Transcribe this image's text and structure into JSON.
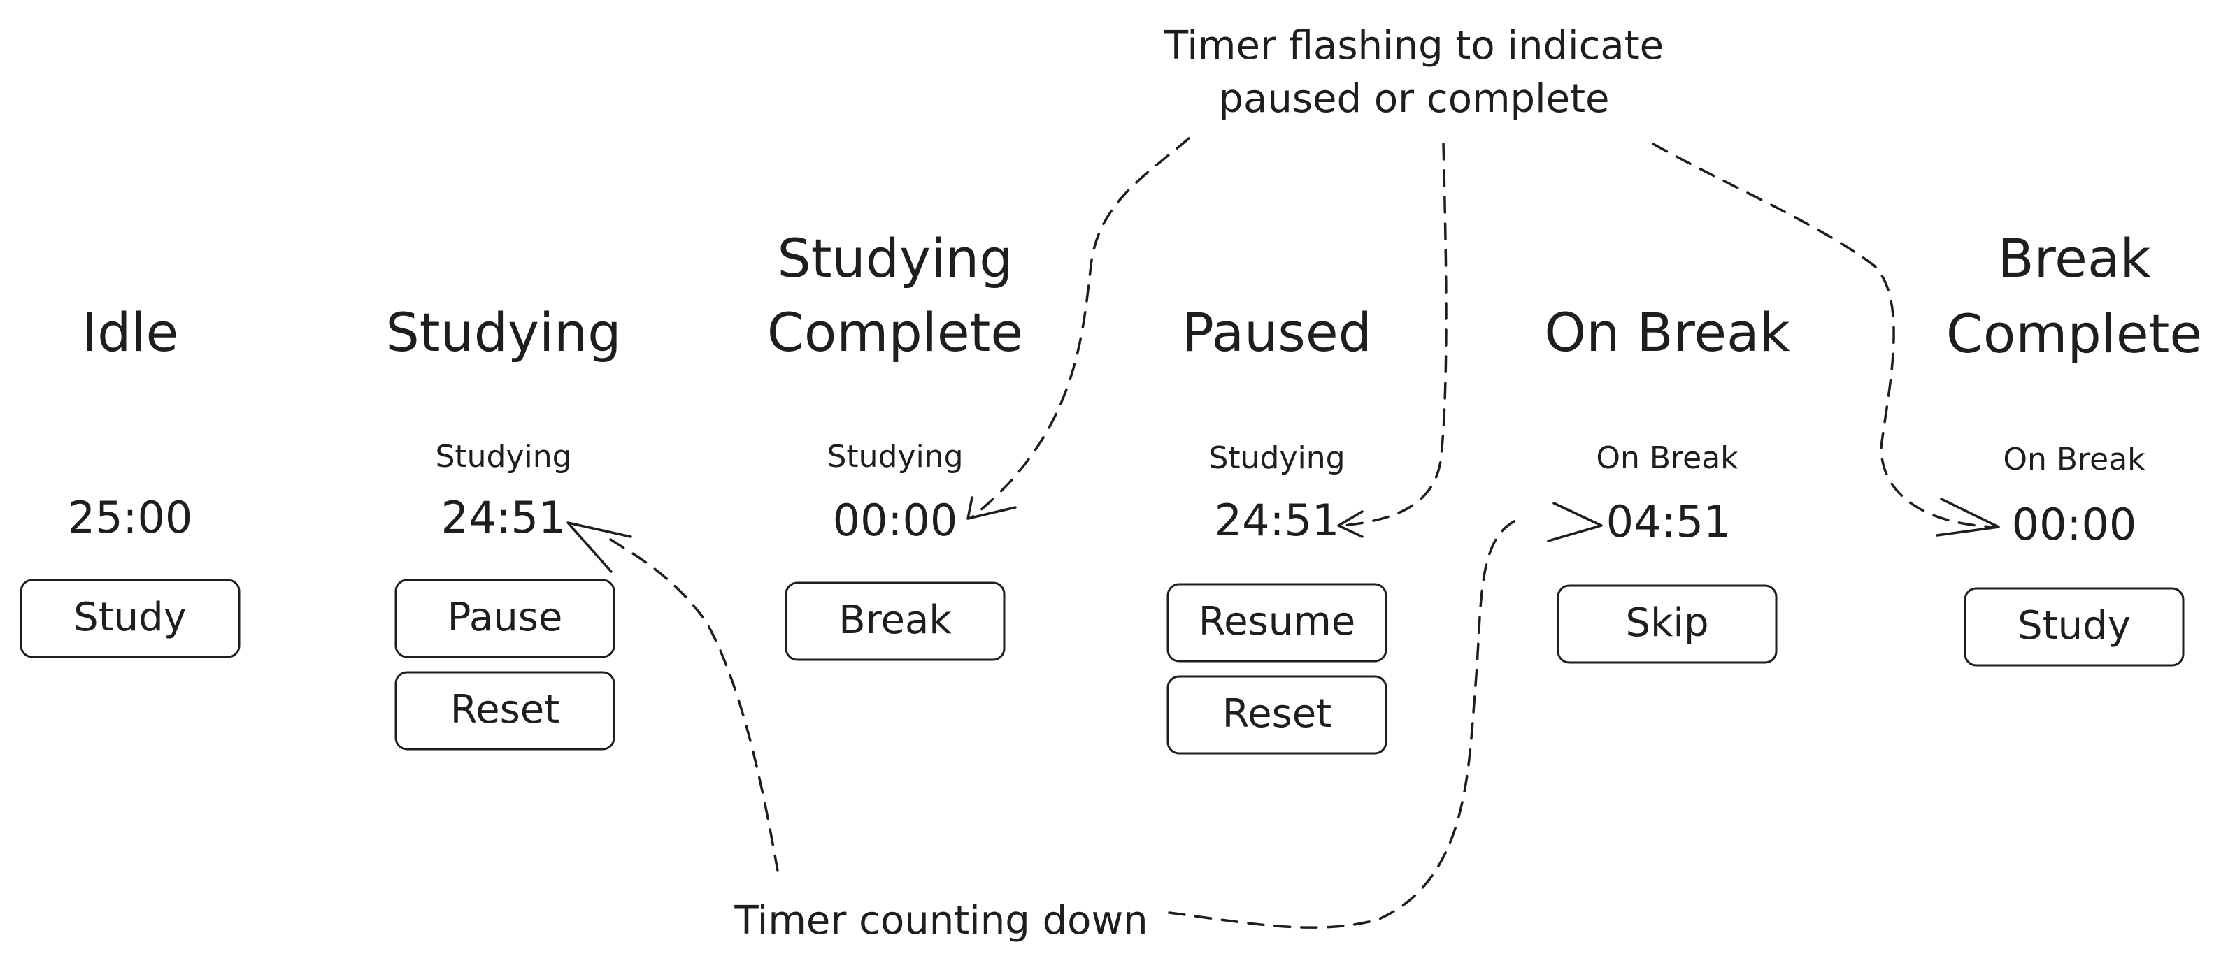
{
  "states": [
    {
      "title": [
        "Idle"
      ],
      "mode": "",
      "timer": "25:00",
      "buttons": [
        "Study"
      ]
    },
    {
      "title": [
        "Studying"
      ],
      "mode": "Studying",
      "timer": "24:51",
      "buttons": [
        "Pause",
        "Reset"
      ]
    },
    {
      "title": [
        "Studying",
        "Complete"
      ],
      "mode": "Studying",
      "timer": "00:00",
      "buttons": [
        "Break"
      ]
    },
    {
      "title": [
        "Paused"
      ],
      "mode": "Studying",
      "timer": "24:51",
      "buttons": [
        "Resume",
        "Reset"
      ]
    },
    {
      "title": [
        "On Break"
      ],
      "mode": "On Break",
      "timer": "04:51",
      "buttons": [
        "Skip"
      ]
    },
    {
      "title": [
        "Break",
        "Complete"
      ],
      "mode": "On Break",
      "timer": "00:00",
      "buttons": [
        "Study"
      ]
    }
  ],
  "annotations": {
    "flashing": [
      "Timer flashing to indicate",
      "paused or complete"
    ],
    "counting": "Timer counting down"
  }
}
